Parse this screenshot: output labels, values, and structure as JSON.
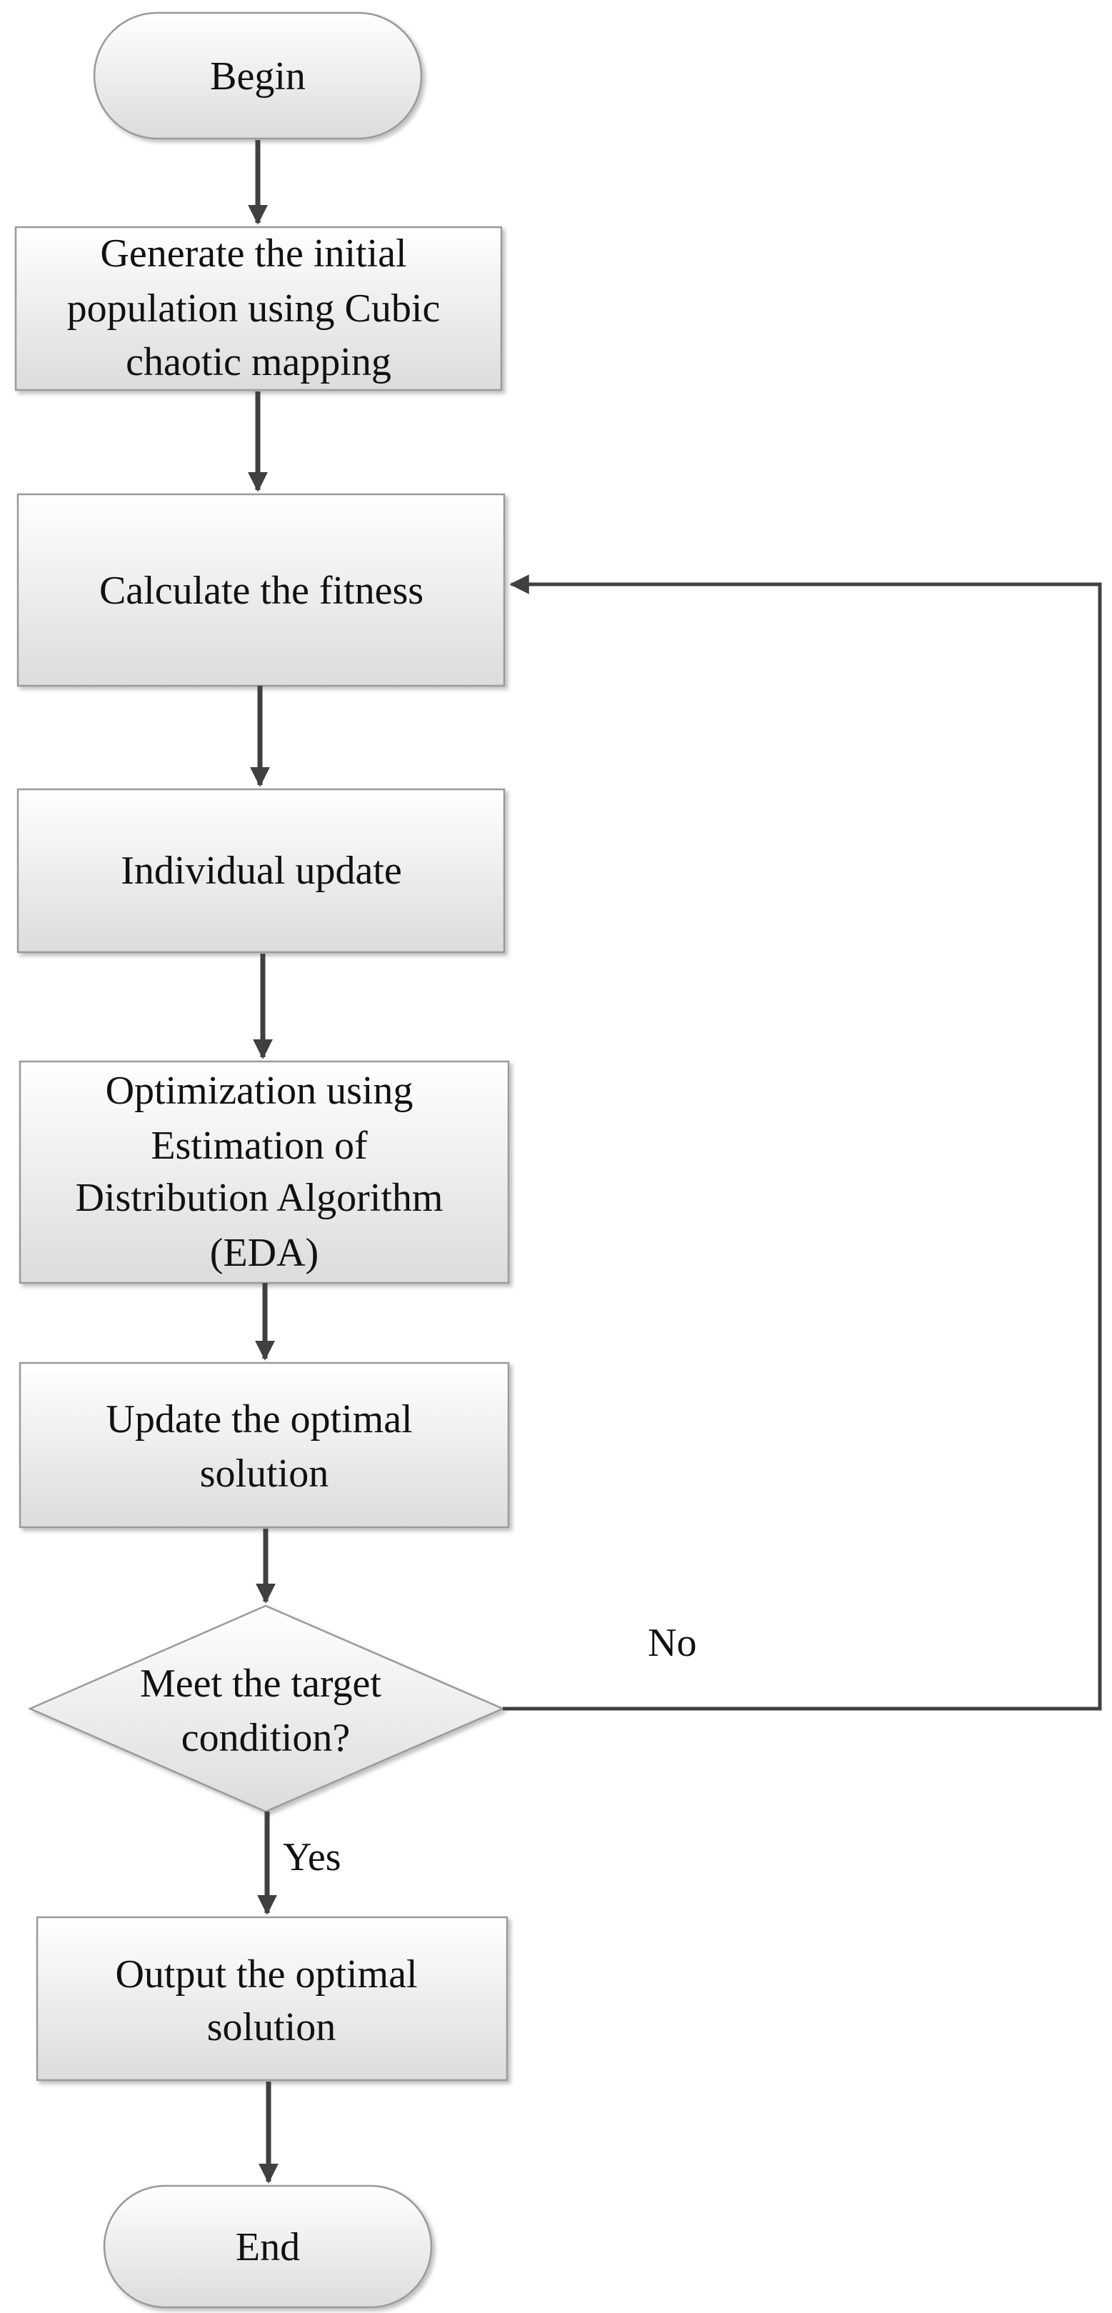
{
  "flowchart": {
    "begin": {
      "label": "Begin"
    },
    "steps": {
      "init": {
        "lines": [
          "Generate the initial",
          "population using Cubic",
          "chaotic mapping"
        ]
      },
      "fitness": {
        "lines": [
          "Calculate the fitness"
        ]
      },
      "update": {
        "lines": [
          "Individual update"
        ]
      },
      "eda": {
        "lines": [
          "Optimization using",
          "Estimation of",
          "Distribution Algorithm",
          "(EDA)"
        ]
      },
      "optimal": {
        "lines": [
          "Update the optimal",
          "solution"
        ]
      },
      "output": {
        "lines": [
          "Output the optimal",
          "solution"
        ]
      }
    },
    "decision": {
      "lines": [
        "Meet the target",
        "condition?"
      ]
    },
    "end": {
      "label": "End"
    },
    "edges": {
      "no_label": "No",
      "yes_label": "Yes"
    }
  }
}
